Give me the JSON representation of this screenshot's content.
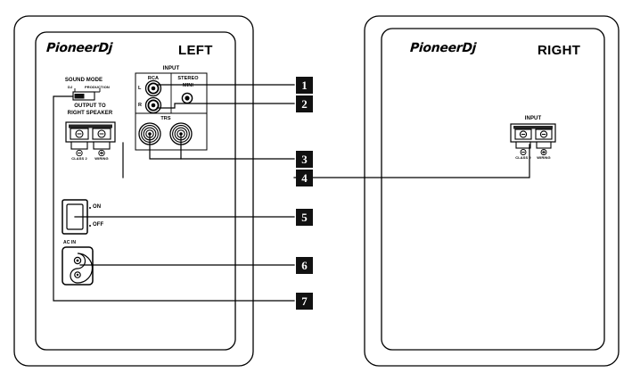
{
  "diagram": {
    "title": "Pioneer DJ powered monitor speakers - rear panel connection diagram",
    "line_color": "#000000",
    "callout_box_color": "#111111",
    "callout_text_color": "#ffffff"
  },
  "speakers": [
    {
      "id": "left-speaker",
      "brand": "Pioneer Dj",
      "brand_pioneer": "Pioneer",
      "brand_dj": "Dj",
      "side_label": "LEFT",
      "controls": {
        "sound_mode": {
          "title": "SOUND MODE",
          "option_left": "DJ",
          "option_right": "PRODUCTION"
        },
        "output_terminal": {
          "title_line1": "OUTPUT TO",
          "title_line2": "RIGHT SPEAKER",
          "minus_symbol": "⊖",
          "plus_symbol": "⊕",
          "note_left": "CLASS 2",
          "note_right": "WIRING"
        },
        "input_panel": {
          "title": "INPUT",
          "rca_title": "RCA",
          "rca_left": "L",
          "rca_right": "R",
          "stereo_mini_line1": "STEREO",
          "stereo_mini_line2": "MINI",
          "trs_title": "TRS"
        },
        "power_switch": {
          "on_label": "ON",
          "off_label": "OFF"
        },
        "ac_inlet": {
          "title": "AC IN"
        }
      }
    },
    {
      "id": "right-speaker",
      "brand": "Pioneer Dj",
      "brand_pioneer": "Pioneer",
      "brand_dj": "Dj",
      "side_label": "RIGHT",
      "controls": {
        "input_terminal": {
          "title": "INPUT",
          "minus_symbol": "⊖",
          "plus_symbol": "⊕",
          "note_left": "CLASS 2",
          "note_right": "WIRING"
        }
      }
    }
  ],
  "callouts": [
    {
      "number": "1",
      "target": "rca-input-jacks"
    },
    {
      "number": "2",
      "target": "stereo-mini-input-jack"
    },
    {
      "number": "3",
      "target": "trs-input-jacks"
    },
    {
      "number": "4",
      "target": "right-speaker-input-terminal"
    },
    {
      "number": "5",
      "target": "power-switch"
    },
    {
      "number": "6",
      "target": "ac-in-inlet"
    },
    {
      "number": "7",
      "target": "sound-mode-switch"
    }
  ]
}
